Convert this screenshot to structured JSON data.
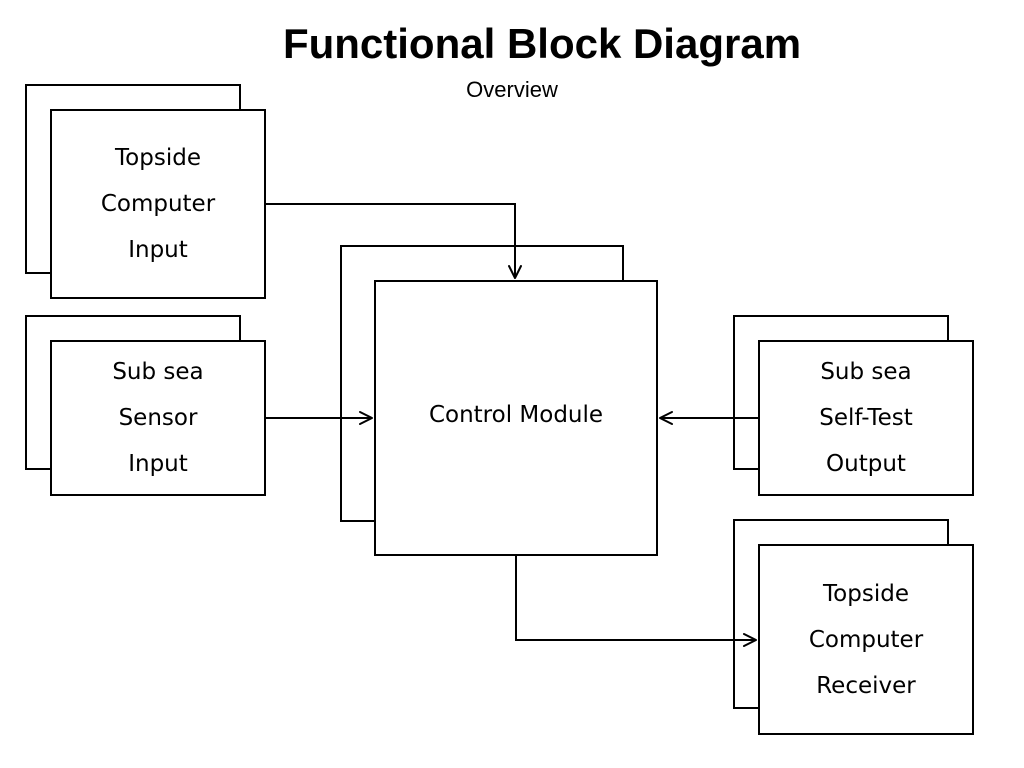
{
  "title": "Functional Block Diagram",
  "subtitle": "Overview",
  "blocks": {
    "topside_input": [
      "Topside",
      "Computer",
      "Input"
    ],
    "sensor_input": [
      "Sub sea",
      "Sensor",
      "Input"
    ],
    "control_module": [
      "Control Module"
    ],
    "self_test_output": [
      "Sub sea",
      "Self-Test",
      "Output"
    ],
    "topside_receiver": [
      "Topside",
      "Computer",
      "Receiver"
    ]
  }
}
